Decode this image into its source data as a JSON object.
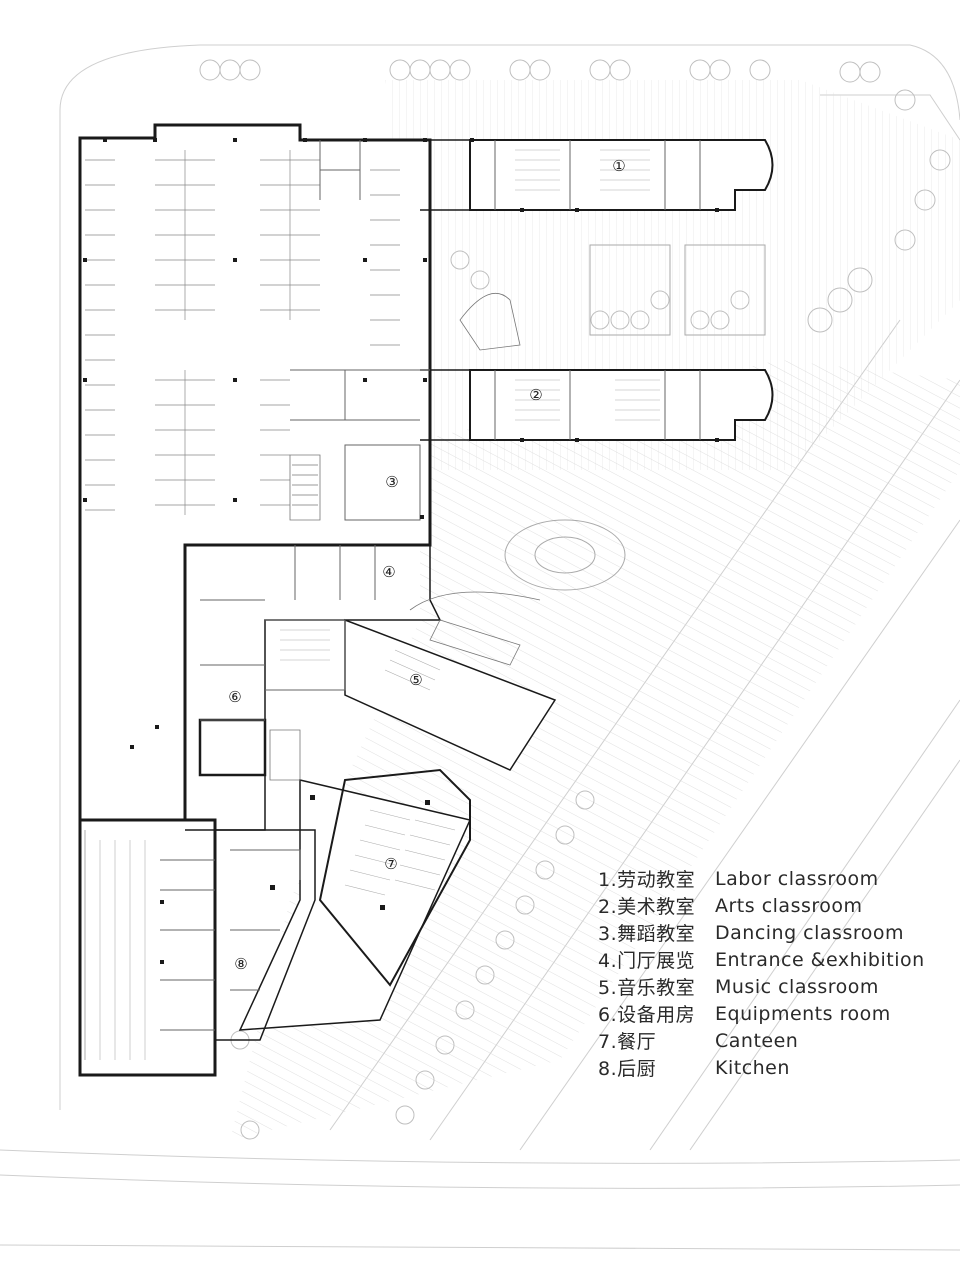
{
  "rooms": [
    {
      "id": "1",
      "label": "①"
    },
    {
      "id": "2",
      "label": "②"
    },
    {
      "id": "3",
      "label": "③"
    },
    {
      "id": "4",
      "label": "④"
    },
    {
      "id": "5",
      "label": "⑤"
    },
    {
      "id": "6",
      "label": "⑥"
    },
    {
      "id": "7",
      "label": "⑦"
    },
    {
      "id": "8",
      "label": "⑧"
    }
  ],
  "legend": [
    {
      "num": "1.劳动教室",
      "en": "Labor classroom"
    },
    {
      "num": "2.美术教室",
      "en": "Arts classroom"
    },
    {
      "num": "3.舞蹈教室",
      "en": "Dancing classroom"
    },
    {
      "num": "4.门厅展览",
      "en": "Entrance &exhibition"
    },
    {
      "num": "5.音乐教室",
      "en": "Music classroom"
    },
    {
      "num": "6.设备用房",
      "en": "Equipments room"
    },
    {
      "num": "7.餐厅",
      "en": "Canteen"
    },
    {
      "num": "8.后厨",
      "en": "Kitchen"
    }
  ],
  "colors": {
    "wall": "#1a1a1a",
    "line": "#9a9a9a",
    "light": "#cfcfcf",
    "hatch": "#bdbdbd"
  }
}
